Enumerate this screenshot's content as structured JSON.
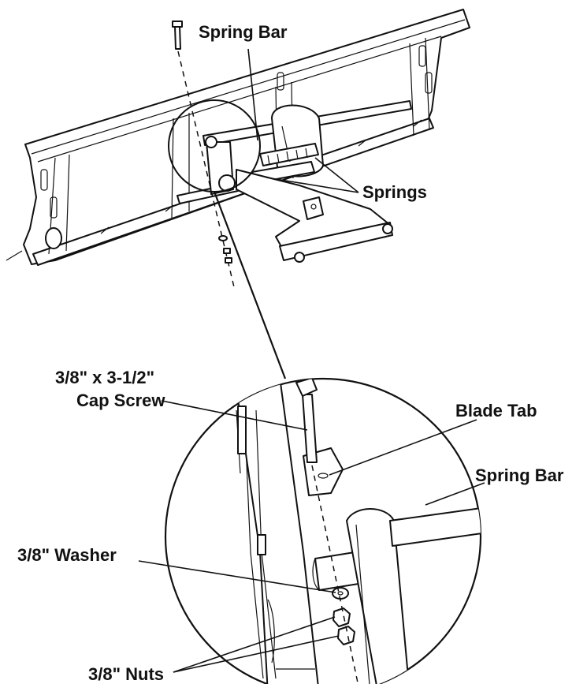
{
  "labels": {
    "spring_bar_top": "Spring Bar",
    "springs": "Springs",
    "cap_screw_line1": "3/8\" x 3-1/2\"",
    "cap_screw_line2": "Cap Screw",
    "blade_tab": "Blade Tab",
    "spring_bar_detail": "Spring Bar",
    "washer": "3/8\" Washer",
    "nuts": "3/8\" Nuts"
  }
}
